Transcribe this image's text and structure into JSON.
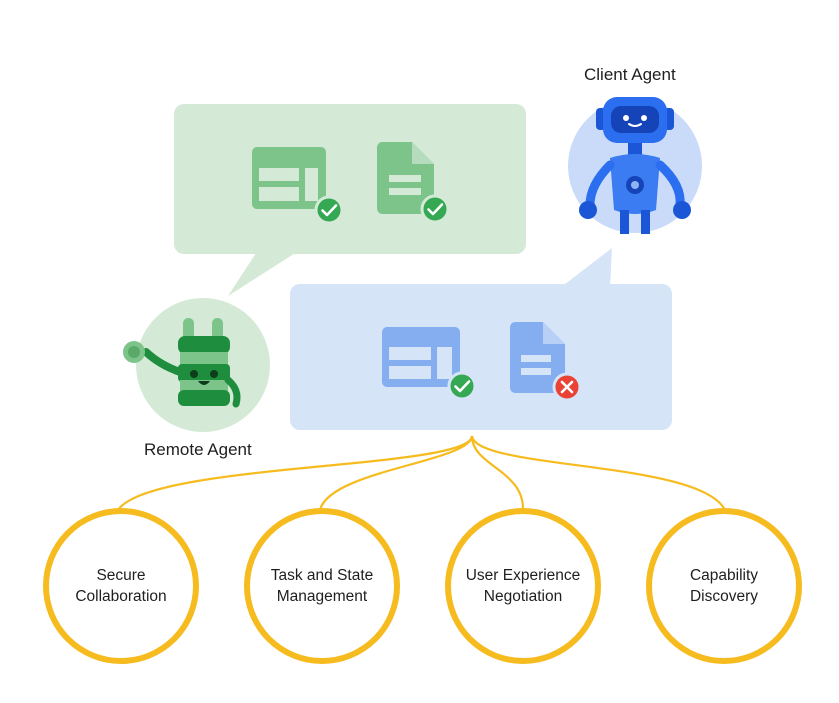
{
  "agents": {
    "client": {
      "label": "Client Agent",
      "icon": "robot-icon"
    },
    "remote": {
      "label": "Remote Agent",
      "icon": "plant-creature-icon"
    }
  },
  "bubbles": {
    "remote_bubble": {
      "color": "#d4ead6",
      "items": [
        {
          "icon": "table-icon",
          "status": "check"
        },
        {
          "icon": "document-icon",
          "status": "check"
        }
      ]
    },
    "client_bubble": {
      "color": "#d6e4f8",
      "items": [
        {
          "icon": "table-icon",
          "status": "check"
        },
        {
          "icon": "document-icon",
          "status": "error"
        }
      ]
    }
  },
  "capabilities": [
    {
      "line1": "Secure",
      "line2": "Collaboration"
    },
    {
      "line1": "Task and State",
      "line2": "Management"
    },
    {
      "line1": "User Experience",
      "line2": "Negotiation"
    },
    {
      "line1": "Capability",
      "line2": "Discovery"
    }
  ],
  "colors": {
    "capability_ring": "#f6bb1e",
    "green_icon": "#7dc48a",
    "blue_icon": "#84aef0",
    "check": "#34a853",
    "error": "#ea4335"
  }
}
